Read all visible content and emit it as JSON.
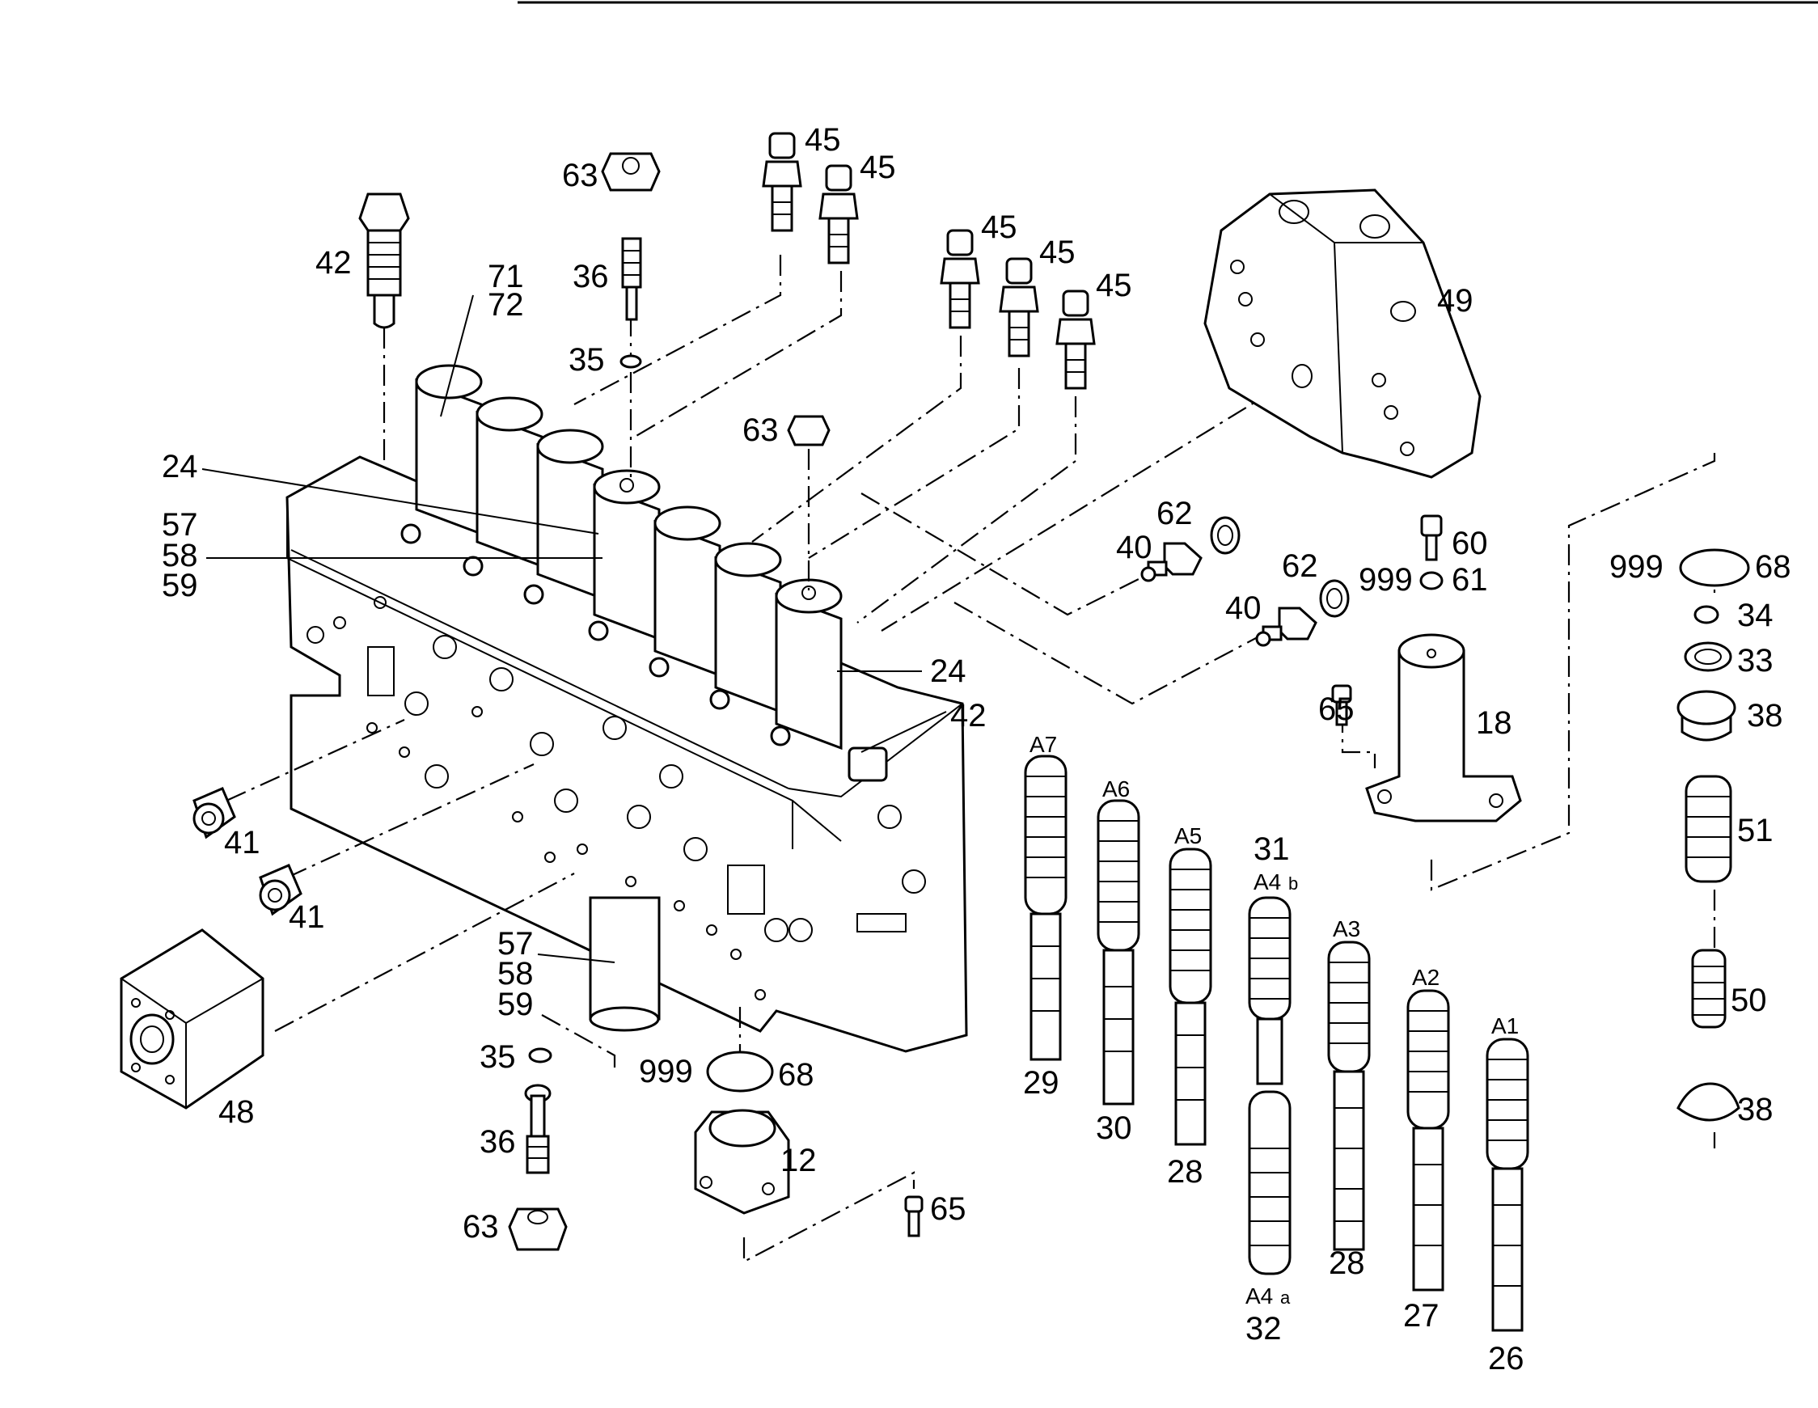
{
  "callouts": [
    {
      "id": "c42a",
      "text": "42"
    },
    {
      "id": "c63a",
      "text": "63"
    },
    {
      "id": "c36a",
      "text": "36"
    },
    {
      "id": "c35a",
      "text": "35"
    },
    {
      "id": "c45a",
      "text": "45"
    },
    {
      "id": "c45b",
      "text": "45"
    },
    {
      "id": "c45c",
      "text": "45"
    },
    {
      "id": "c45d",
      "text": "45"
    },
    {
      "id": "c45e",
      "text": "45"
    },
    {
      "id": "c71",
      "text": "71"
    },
    {
      "id": "c72",
      "text": "72"
    },
    {
      "id": "c63b",
      "text": "63"
    },
    {
      "id": "c49",
      "text": "49"
    },
    {
      "id": "c24a",
      "text": "24"
    },
    {
      "id": "c57a",
      "text": "57"
    },
    {
      "id": "c58a",
      "text": "58"
    },
    {
      "id": "c59a",
      "text": "59"
    },
    {
      "id": "c62a",
      "text": "62"
    },
    {
      "id": "c40a",
      "text": "40"
    },
    {
      "id": "c62b",
      "text": "62"
    },
    {
      "id": "c40b",
      "text": "40"
    },
    {
      "id": "c60",
      "text": "60"
    },
    {
      "id": "c999a",
      "text": "999"
    },
    {
      "id": "c61",
      "text": "61"
    },
    {
      "id": "c999b",
      "text": "999"
    },
    {
      "id": "c68a",
      "text": "68"
    },
    {
      "id": "c34",
      "text": "34"
    },
    {
      "id": "c33",
      "text": "33"
    },
    {
      "id": "c38a",
      "text": "38"
    },
    {
      "id": "c24b",
      "text": "24"
    },
    {
      "id": "c42b",
      "text": "42"
    },
    {
      "id": "c65a",
      "text": "65"
    },
    {
      "id": "c18",
      "text": "18"
    },
    {
      "id": "c51",
      "text": "51"
    },
    {
      "id": "c41a",
      "text": "41"
    },
    {
      "id": "c41b",
      "text": "41"
    },
    {
      "id": "c57b",
      "text": "57"
    },
    {
      "id": "c58b",
      "text": "58"
    },
    {
      "id": "c59b",
      "text": "59"
    },
    {
      "id": "c35b",
      "text": "35"
    },
    {
      "id": "c36b",
      "text": "36"
    },
    {
      "id": "c63c",
      "text": "63"
    },
    {
      "id": "c999c",
      "text": "999"
    },
    {
      "id": "c68b",
      "text": "68"
    },
    {
      "id": "c12",
      "text": "12"
    },
    {
      "id": "c65b",
      "text": "65"
    },
    {
      "id": "c48",
      "text": "48"
    },
    {
      "id": "c50",
      "text": "50"
    },
    {
      "id": "c38b",
      "text": "38"
    },
    {
      "id": "cA7",
      "text": "A7"
    },
    {
      "id": "c29",
      "text": "29"
    },
    {
      "id": "cA6",
      "text": "A6"
    },
    {
      "id": "c30",
      "text": "30"
    },
    {
      "id": "cA5",
      "text": "A5"
    },
    {
      "id": "c28a",
      "text": "28"
    },
    {
      "id": "c31",
      "text": "31"
    },
    {
      "id": "cA4b",
      "text": "A4"
    },
    {
      "id": "cA4bsub",
      "text": "b"
    },
    {
      "id": "cA4a",
      "text": "A4"
    },
    {
      "id": "cA4asub",
      "text": "a"
    },
    {
      "id": "c32",
      "text": "32"
    },
    {
      "id": "cA3",
      "text": "A3"
    },
    {
      "id": "c28b",
      "text": "28"
    },
    {
      "id": "cA2",
      "text": "A2"
    },
    {
      "id": "c27",
      "text": "27"
    },
    {
      "id": "cA1",
      "text": "A1"
    },
    {
      "id": "c26",
      "text": "26"
    }
  ]
}
